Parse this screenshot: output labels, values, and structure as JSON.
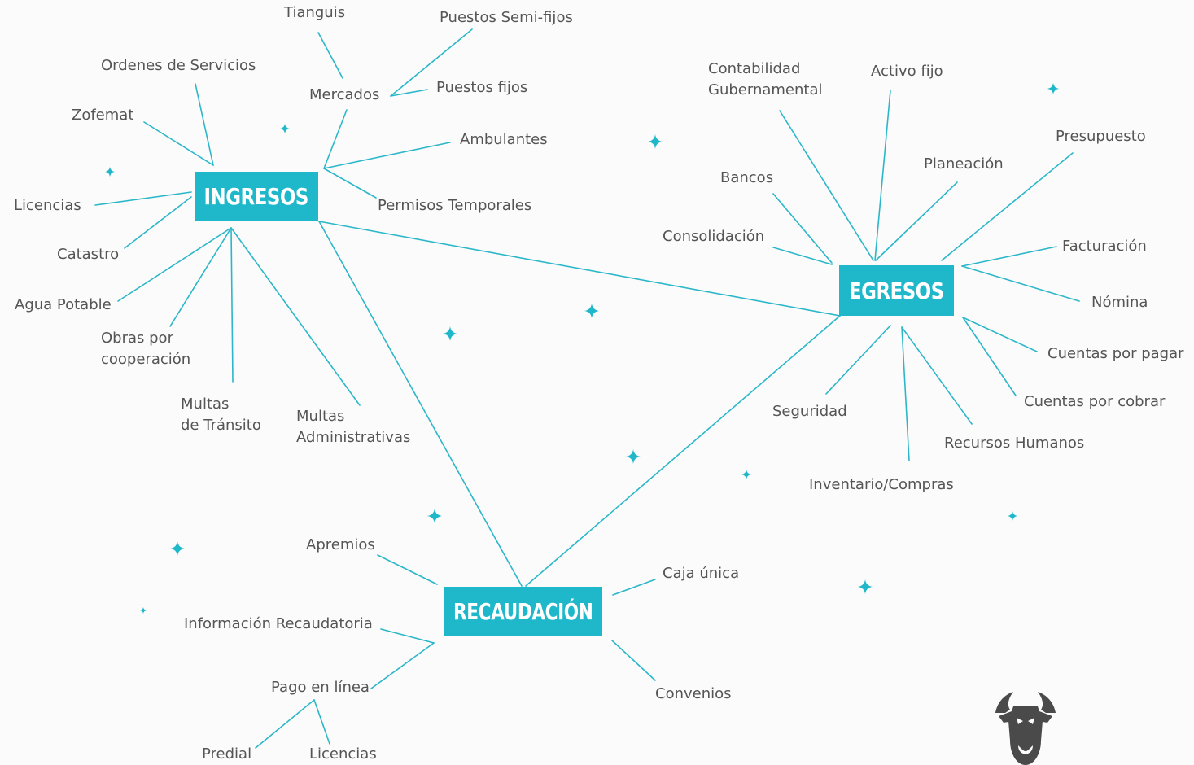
{
  "colors": {
    "accent": "#1fb8cb",
    "line": "#2bb7c9",
    "text": "#555555",
    "background": "#fbfbfb",
    "logo": "#4a4a4a"
  },
  "hubs": {
    "ingresos": "INGRESOS",
    "egresos": "EGRESOS",
    "recaudacion": "RECAUDACIÓN"
  },
  "ingresos_items": {
    "tianguis": "Tianguis",
    "puestos_semifijos": "Puestos Semi-fijos",
    "ordenes_servicios": "Ordenes de Servicios",
    "mercados": "Mercados",
    "puestos_fijos": "Puestos fijos",
    "zofemat": "Zofemat",
    "ambulantes": "Ambulantes",
    "licencias": "Licencias",
    "permisos_temporales": "Permisos Temporales",
    "catastro": "Catastro",
    "agua_potable": "Agua Potable",
    "obras_cooperacion": "Obras por\ncooperación",
    "multas_transito": "Multas\nde Tránsito",
    "multas_administrativas": "Multas\nAdministrativas"
  },
  "egresos_items": {
    "contabilidad_gubernamental": "Contabilidad\nGubernamental",
    "activo_fijo": "Activo fijo",
    "presupuesto": "Presupuesto",
    "planeacion": "Planeación",
    "bancos": "Bancos",
    "consolidacion": "Consolidación",
    "facturacion": "Facturación",
    "nomina": "Nómina",
    "cuentas_pagar": "Cuentas por pagar",
    "cuentas_cobrar": "Cuentas por cobrar",
    "seguridad": "Seguridad",
    "recursos_humanos": "Recursos Humanos",
    "inventario_compras": "Inventario/Compras"
  },
  "recaudacion_items": {
    "apremios": "Apremios",
    "caja_unica": "Caja única",
    "informacion_recaudatoria": "Información Recaudatoria",
    "pago_en_linea": "Pago en línea",
    "convenios": "Convenios",
    "predial": "Predial",
    "licencias": "Licencias"
  },
  "icons": {
    "star": "sparkle-star-icon",
    "logo": "bull-head-logo-icon"
  }
}
